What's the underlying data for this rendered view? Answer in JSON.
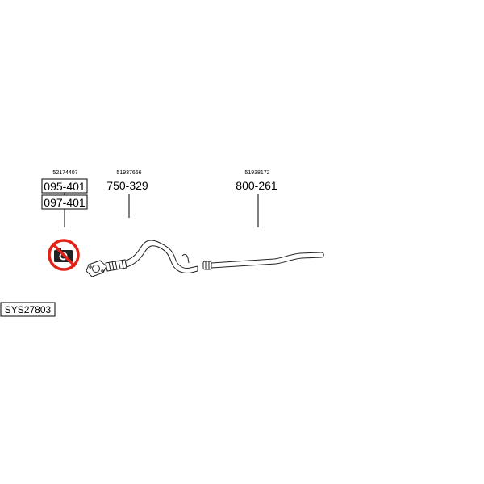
{
  "diagram": {
    "system_code": "SYS27803",
    "parts": [
      {
        "oe_number": "52174407",
        "part_numbers": [
          "095-401",
          "097-401"
        ],
        "note": "not-included"
      },
      {
        "oe_number": "51937666",
        "part_numbers": [
          "750-329"
        ]
      },
      {
        "oe_number": "51938172",
        "part_numbers": [
          "800-261"
        ]
      }
    ],
    "icons": {
      "not_included": "no-camera-prohibited-icon"
    },
    "colors": {
      "prohibited": "#e32117",
      "line": "#222222"
    }
  }
}
